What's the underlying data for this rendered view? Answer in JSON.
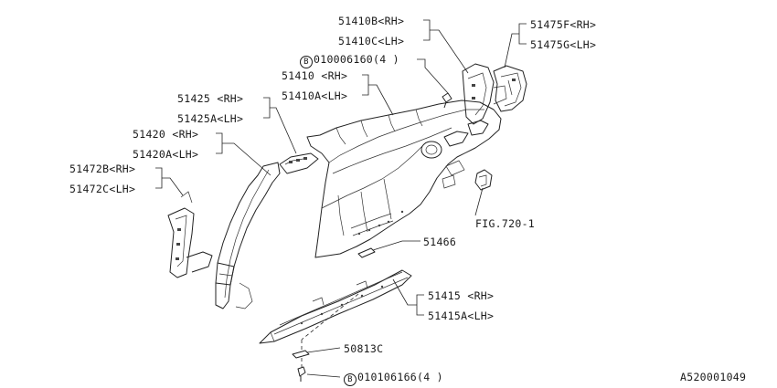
{
  "labels": {
    "p51410B": "51410B<RH>",
    "p51410C": "51410C<LH>",
    "bolt_top_mark": "B",
    "bolt_top_code": "010006160(4 )",
    "p51475F": "51475F<RH>",
    "p51475G": "51475G<LH>",
    "p51410": "51410 <RH>",
    "p51410A": "51410A<LH>",
    "p51425": "51425 <RH>",
    "p51425A": "51425A<LH>",
    "p51420": "51420 <RH>",
    "p51420A": "51420A<LH>",
    "p51472B": "51472B<RH>",
    "p51472C": "51472C<LH>",
    "fig_ref": "FIG.720-1",
    "p51466": "51466",
    "p51415": "51415 <RH>",
    "p51415A": "51415A<LH>",
    "p50813C": "50813C",
    "bolt_bottom_mark": "B",
    "bolt_bottom_code": "010106166(4 )",
    "diagram_id": "A520001049"
  }
}
